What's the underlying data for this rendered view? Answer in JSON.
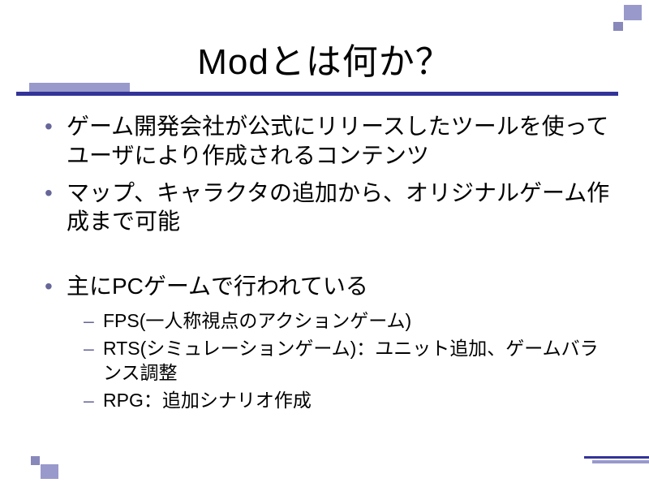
{
  "slide": {
    "title": "Modとは何か？",
    "bullets": [
      {
        "level": 1,
        "marker": "•",
        "text": "ゲーム開発会社が公式にリリースしたツールを使ってユーザにより作成されるコンテンツ",
        "gap_before": false
      },
      {
        "level": 1,
        "marker": "•",
        "text": "マップ、キャラクタの追加から、オリジナルゲーム作成まで可能",
        "gap_before": false
      },
      {
        "level": 1,
        "marker": "•",
        "text": "主にPCゲームで行われている",
        "gap_before": true
      },
      {
        "level": 2,
        "marker": "–",
        "text": "FPS(一人称視点のアクションゲーム)",
        "gap_before": false
      },
      {
        "level": 2,
        "marker": "–",
        "text": "RTS(シミュレーションゲーム)：ユニット追加、ゲームバランス調整",
        "gap_before": false
      },
      {
        "level": 2,
        "marker": "–",
        "text": "RPG：追加シナリオ作成",
        "gap_before": false
      }
    ],
    "colors": {
      "rule": "#333399",
      "accent_light": "#9999CC",
      "accent_mid": "#8888BB",
      "bullet": "#666699",
      "text": "#000000"
    }
  }
}
